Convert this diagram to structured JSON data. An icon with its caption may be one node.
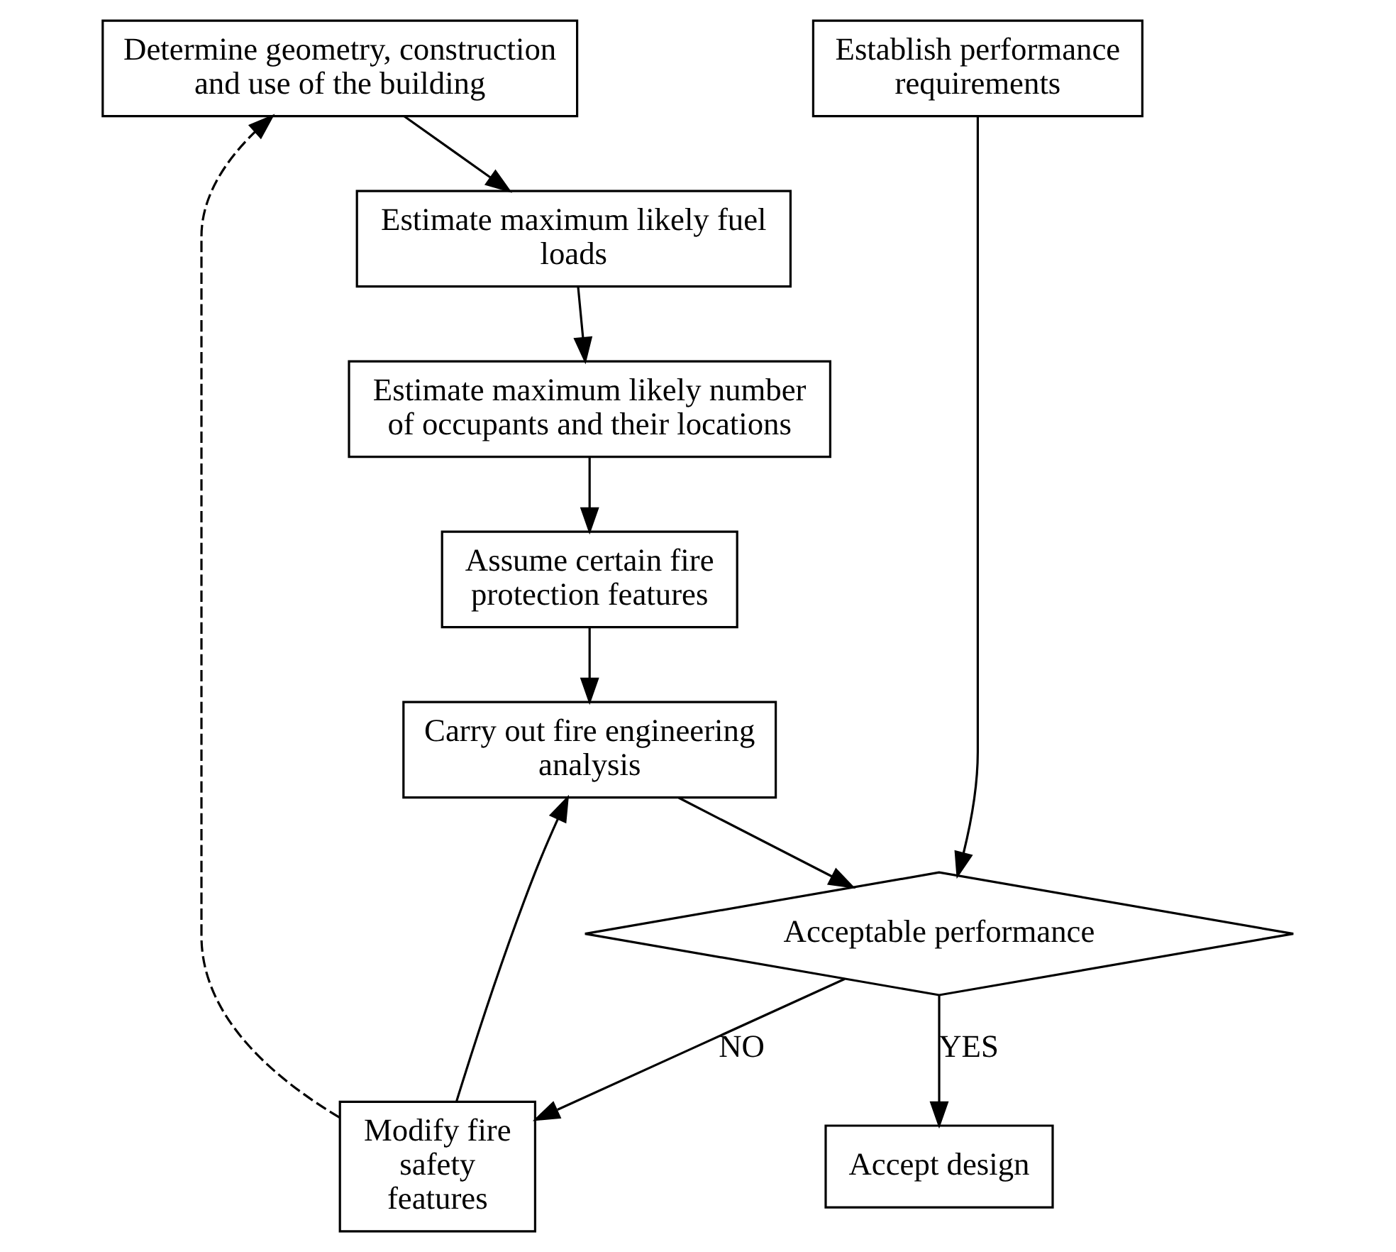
{
  "diagram": {
    "nodes": [
      {
        "text": [
          "Determine geometry, construction and use of the building"
        ]
      },
      {
        "text": [
          "Establish performance requirements"
        ]
      },
      {
        "text": [
          "Estimate maximum likely fuel loads"
        ]
      },
      {
        "text": [
          "Estimate maximum likely number of occupants and their locations"
        ]
      },
      {
        "text": [
          "Assume certain fire protection features"
        ]
      },
      {
        "text": [
          "Carry out fire engineering analysis"
        ]
      },
      {
        "text": [
          "Modify fire safety features"
        ]
      },
      {
        "text": [
          "Acceptable performance"
        ]
      },
      {
        "text": [
          "Accept design"
        ]
      }
    ],
    "edges": [
      {
        "from": 0,
        "to": 2,
        "arrow": "to"
      },
      {
        "from": 2,
        "to": 3,
        "arrow": "to"
      },
      {
        "from": 3,
        "to": 4,
        "arrow": "to"
      },
      {
        "from": 4,
        "to": 5,
        "arrow": "to"
      },
      {
        "from": 5,
        "to": 7,
        "arrow": "to"
      },
      {
        "from": 1,
        "to": 7,
        "arrow": "to"
      },
      {
        "from": 7,
        "to": 6,
        "arrow": "to",
        "label": "NO"
      },
      {
        "from": 6,
        "to": 5,
        "arrow": "to"
      },
      {
        "from": 6,
        "to": 0,
        "arrow": "to",
        "style": "dashed"
      },
      {
        "from": 7,
        "to": 8,
        "arrow": "to",
        "label": "YES"
      }
    ]
  }
}
